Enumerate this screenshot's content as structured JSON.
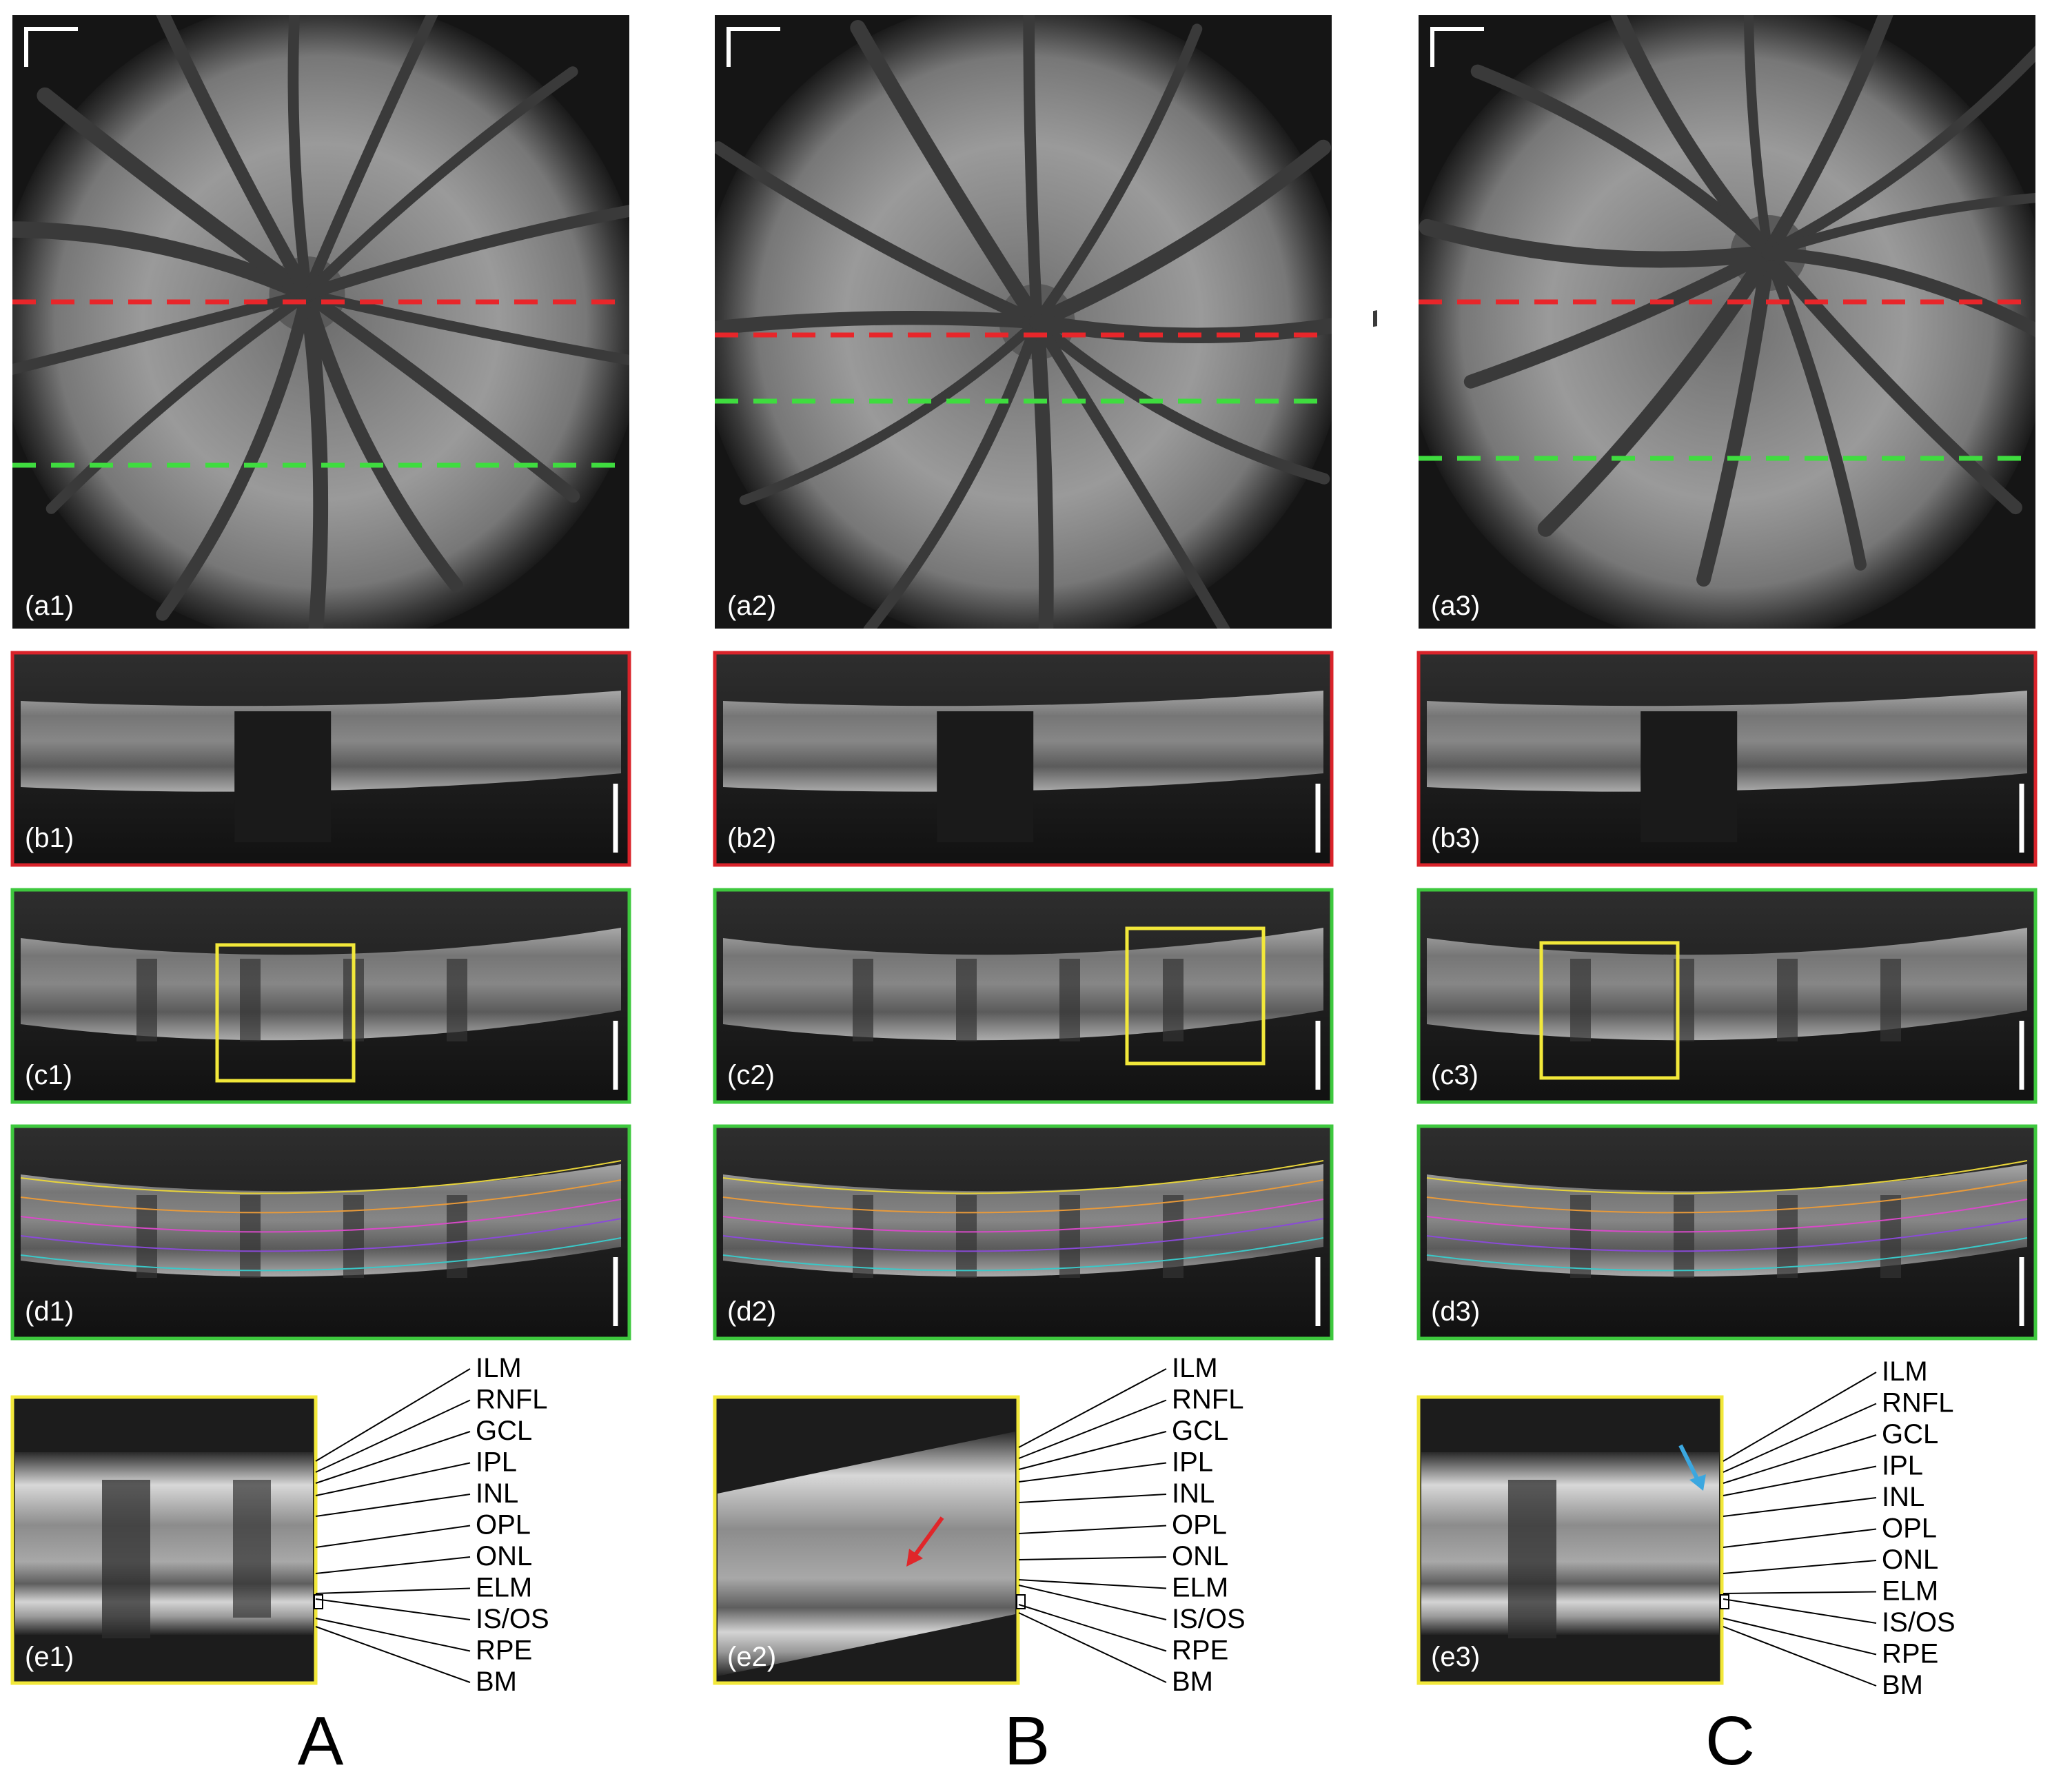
{
  "columns": [
    {
      "letter": "A",
      "labels": {
        "a": "(a1)",
        "b": "(b1)",
        "c": "(c1)",
        "d": "(d1)",
        "e": "(e1)"
      }
    },
    {
      "letter": "B",
      "labels": {
        "a": "(a2)",
        "b": "(b2)",
        "c": "(c2)",
        "d": "(d2)",
        "e": "(e2)"
      }
    },
    {
      "letter": "C",
      "labels": {
        "a": "(a3)",
        "b": "(b3)",
        "c": "(c3)",
        "d": "(d3)",
        "e": "(e3)"
      }
    }
  ],
  "layers": [
    "ILM",
    "RNFL",
    "GCL",
    "IPL",
    "INL",
    "OPL",
    "ONL",
    "ELM",
    "IS/OS",
    "RPE",
    "BM"
  ],
  "colors": {
    "red_line": "#e8262a",
    "green_line": "#3fdc3f",
    "red_frame": "#d9232a",
    "green_frame": "#3ec83e",
    "yellow_frame": "#f2e83a",
    "red_arrow": "#e0262a",
    "blue_arrow": "#3ba7e0"
  },
  "markers": {
    "red_arrow_panel": "(e2)",
    "blue_arrow_panel": "(e3)"
  }
}
